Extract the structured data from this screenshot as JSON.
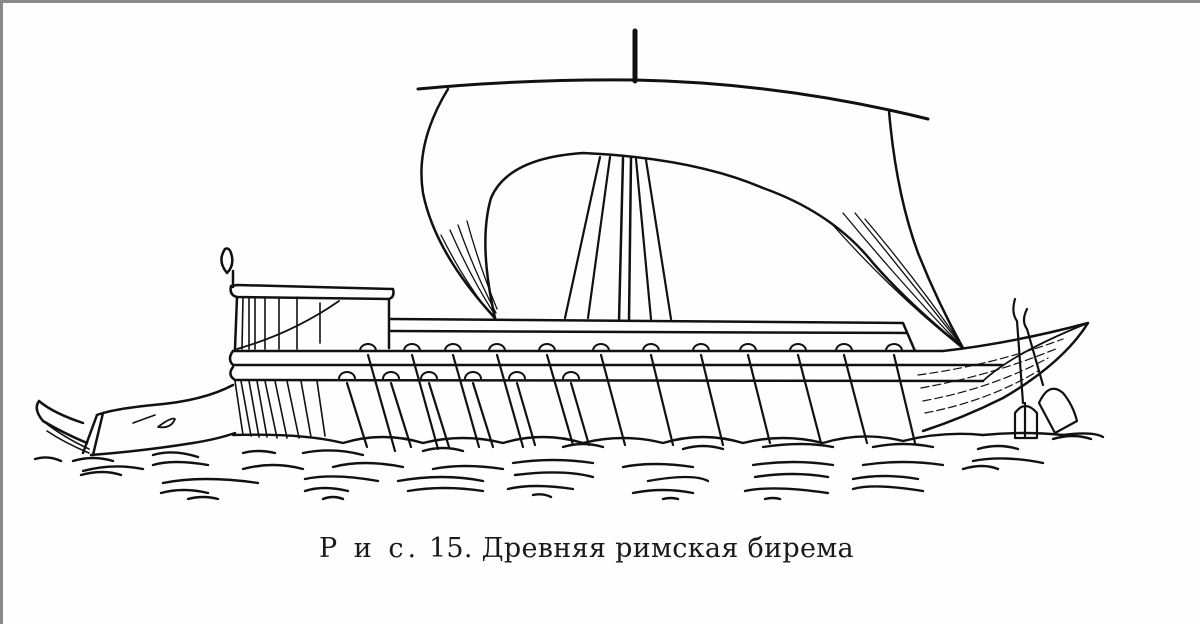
{
  "figure": {
    "label": "Рис.",
    "label_spaced": "Р и с.",
    "number": "15.",
    "title": "Древняя римская бирема",
    "caption_full": "Р и с. 15. Древняя римская бирема",
    "subject": "ancient Roman bireme line drawing"
  },
  "colors": {
    "ink": "#111111",
    "paper": "#fefefe",
    "border": "#8a8a8a"
  }
}
